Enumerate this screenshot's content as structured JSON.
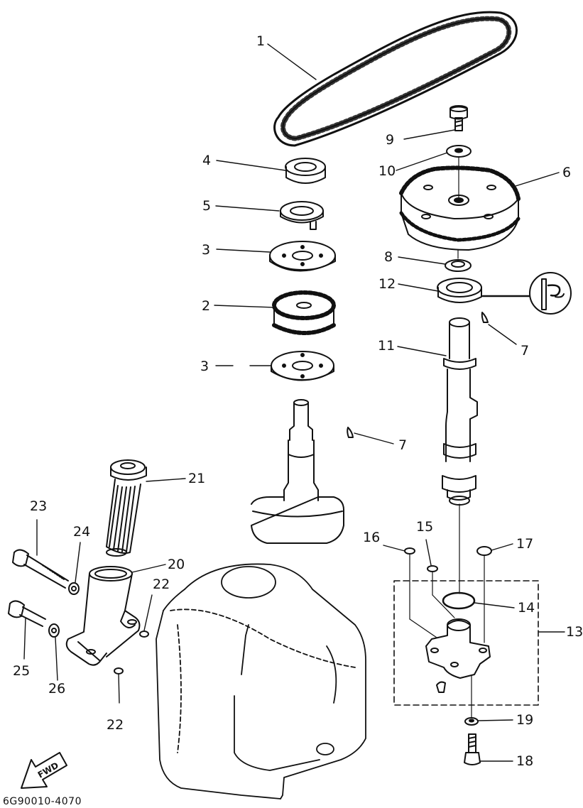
{
  "drawing_code": "6G90010-4070",
  "direction_marker": "FWD",
  "callouts": [
    {
      "id": "p1",
      "text": "1"
    },
    {
      "id": "p2",
      "text": "2"
    },
    {
      "id": "p3a",
      "text": "3"
    },
    {
      "id": "p3b",
      "text": "3"
    },
    {
      "id": "p4",
      "text": "4"
    },
    {
      "id": "p5",
      "text": "5"
    },
    {
      "id": "p6",
      "text": "6"
    },
    {
      "id": "p7a",
      "text": "7"
    },
    {
      "id": "p7b",
      "text": "7"
    },
    {
      "id": "p8",
      "text": "8"
    },
    {
      "id": "p9",
      "text": "9"
    },
    {
      "id": "p10",
      "text": "10"
    },
    {
      "id": "p11",
      "text": "11"
    },
    {
      "id": "p12",
      "text": "12"
    },
    {
      "id": "p13",
      "text": "13"
    },
    {
      "id": "p14",
      "text": "14"
    },
    {
      "id": "p15",
      "text": "15"
    },
    {
      "id": "p16",
      "text": "16"
    },
    {
      "id": "p17",
      "text": "17"
    },
    {
      "id": "p18",
      "text": "18"
    },
    {
      "id": "p19",
      "text": "19"
    },
    {
      "id": "p20",
      "text": "20"
    },
    {
      "id": "p21",
      "text": "21"
    },
    {
      "id": "p22a",
      "text": "22"
    },
    {
      "id": "p22b",
      "text": "22"
    },
    {
      "id": "p23",
      "text": "23"
    },
    {
      "id": "p24",
      "text": "24"
    },
    {
      "id": "p25",
      "text": "25"
    },
    {
      "id": "p26",
      "text": "26"
    }
  ]
}
